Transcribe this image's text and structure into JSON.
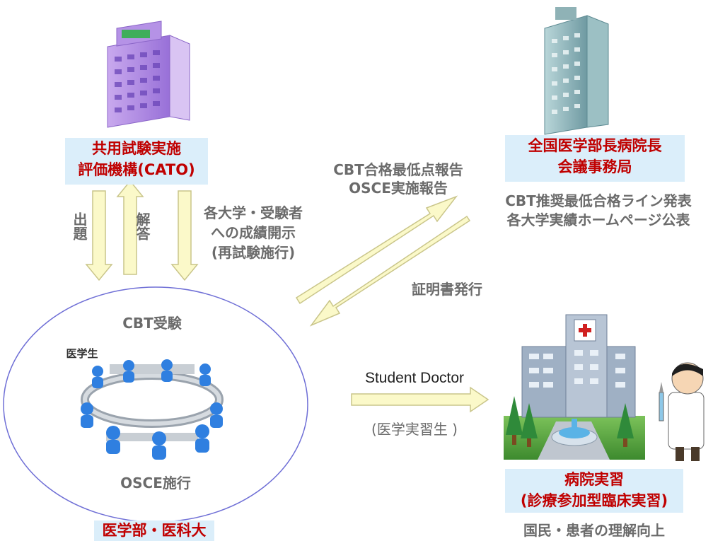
{
  "cato": {
    "line1": "共用試験実施",
    "line2": "評価機構(CATO)"
  },
  "council": {
    "line1": "全国医学部長病院長",
    "line2": "会議事務局"
  },
  "council_desc": {
    "line1": "CBT推奨最低合格ライン発表",
    "line2": "各大学実績ホームページ公表"
  },
  "report": {
    "line1": "CBT合格最低点報告",
    "line2": "OSCE実施報告"
  },
  "certificate": "証明書発行",
  "shutsudai": "出題",
  "kaito": "解答",
  "grades": {
    "line1": "各大学・受験者",
    "line2": "への成績開示",
    "line3": "(再試験施行)"
  },
  "cbt_exam": "CBT受験",
  "osce": "OSCE施行",
  "students": "医学生",
  "university": "医学部・医科大",
  "student_doctor": "Student Doctor",
  "student_doctor_jp": "(医学実習生 )",
  "hospital_training": {
    "line1": "病院実習",
    "line2": "(診療参加型臨床実習)"
  },
  "public_understanding": "国民・患者の理解向上",
  "colors": {
    "arrow_fill": "#fbf9c9",
    "arrow_stroke": "#c9c58a",
    "box_bg": "#dbeefa",
    "box_text": "#c00000",
    "ellipse": "#6f6fd6"
  }
}
